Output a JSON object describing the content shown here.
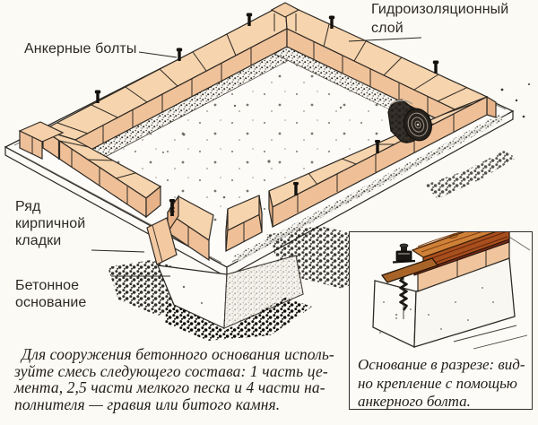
{
  "labels": {
    "waterproofing": "Гидроизоляционный\nслой",
    "anchor_bolts": "Анкерные болты",
    "brick_row": "Ряд\nкирпичной\nкладки",
    "concrete_base": "Бетонное\nоснование"
  },
  "note": {
    "text": "Для сооружения бетонного основания исполь-\nзуйте смесь следующего состава: 1 часть це-\nмента, 2,5 части мелкого песка и 4 части на-\nполнителя — гравия или битого камня."
  },
  "inset": {
    "caption": "Основание в разрезе: вид-\nно крепление с помощью\nанкерного болта."
  },
  "colors": {
    "brick_top": "#f6d4ae",
    "brick_face": "#f0c29a",
    "brick_end": "#e7b288",
    "wood": "#cf8138",
    "waterproof_strip": "#74291a",
    "ink": "#2b2722",
    "paper": "#fbfaf5"
  }
}
